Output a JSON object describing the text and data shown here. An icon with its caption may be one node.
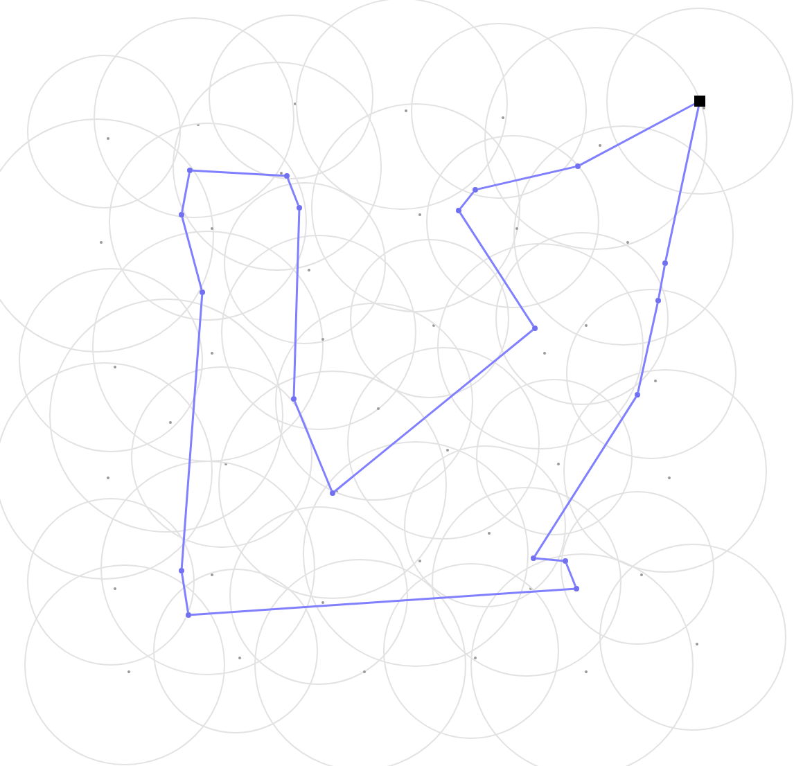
{
  "diagram": {
    "nodes": [
      {
        "text": [],
        "shape": "box"
      },
      {
        "text": [],
        "shape": "circle"
      },
      {
        "text": [],
        "shape": "circle"
      },
      {
        "text": [],
        "shape": "circle"
      },
      {
        "text": [],
        "shape": "circle"
      },
      {
        "text": [],
        "shape": "circle"
      },
      {
        "text": [],
        "shape": "circle"
      },
      {
        "text": [],
        "shape": "circle"
      },
      {
        "text": [],
        "shape": "circle"
      },
      {
        "text": [],
        "shape": "circle"
      },
      {
        "text": [],
        "shape": "circle"
      },
      {
        "text": [],
        "shape": "circle"
      },
      {
        "text": [],
        "shape": "circle"
      },
      {
        "text": [],
        "shape": "circle"
      },
      {
        "text": [],
        "shape": "circle"
      },
      {
        "text": [],
        "shape": "circle"
      },
      {
        "text": [],
        "shape": "circle"
      },
      {
        "text": [],
        "shape": "circle"
      },
      {
        "text": [],
        "shape": "circle"
      },
      {
        "text": [],
        "shape": "circle"
      }
    ],
    "edges": [
      {
        "from": 0,
        "to": 1,
        "arrow": "none"
      },
      {
        "from": 1,
        "to": 2,
        "arrow": "none"
      },
      {
        "from": 2,
        "to": 3,
        "arrow": "none"
      },
      {
        "from": 3,
        "to": 4,
        "arrow": "none"
      },
      {
        "from": 4,
        "to": 5,
        "arrow": "none"
      },
      {
        "from": 5,
        "to": 6,
        "arrow": "none"
      },
      {
        "from": 6,
        "to": 7,
        "arrow": "none"
      },
      {
        "from": 7,
        "to": 8,
        "arrow": "none"
      },
      {
        "from": 8,
        "to": 9,
        "arrow": "none"
      },
      {
        "from": 9,
        "to": 10,
        "arrow": "none"
      },
      {
        "from": 10,
        "to": 11,
        "arrow": "none"
      },
      {
        "from": 11,
        "to": 12,
        "arrow": "none"
      },
      {
        "from": 12,
        "to": 13,
        "arrow": "none"
      },
      {
        "from": 13,
        "to": 14,
        "arrow": "none"
      },
      {
        "from": 14,
        "to": 15,
        "arrow": "none"
      },
      {
        "from": 15,
        "to": 16,
        "arrow": "none"
      },
      {
        "from": 16,
        "to": 17,
        "arrow": "none"
      },
      {
        "from": 17,
        "to": 18,
        "arrow": "none"
      },
      {
        "from": 18,
        "to": 19,
        "arrow": "none"
      },
      {
        "from": 19,
        "to": 0,
        "arrow": "none"
      }
    ]
  }
}
